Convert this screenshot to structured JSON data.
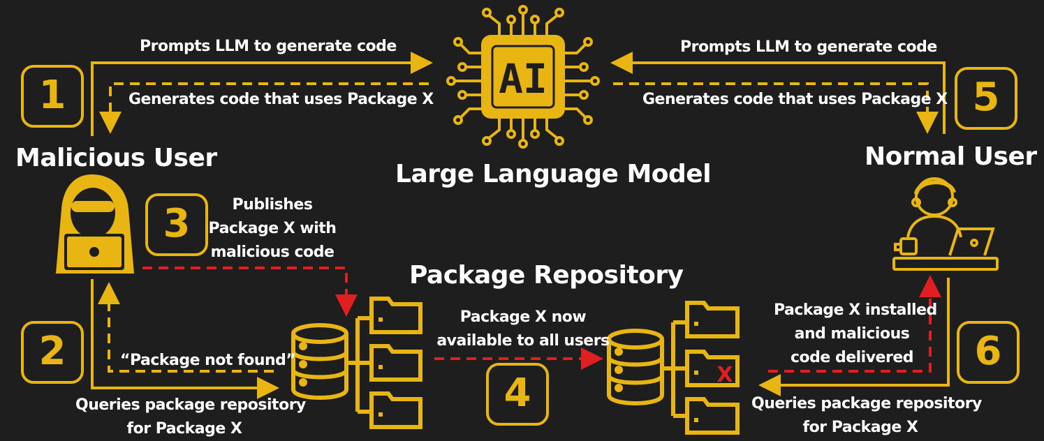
{
  "colors": {
    "background": "#1e1e1e",
    "accent": "#e8b513",
    "warning": "#e02020",
    "text": "#ffffff"
  },
  "llm": {
    "chip_text": "AI",
    "title": "Large Language Model"
  },
  "malicious_user": {
    "title": "Malicious User",
    "prompt_label": "Prompts LLM to generate code",
    "response_label": "Generates code that uses Package X",
    "not_found_label": "“Package not found”",
    "query_label": [
      "Queries package repository",
      "for Package X"
    ],
    "publish_label": [
      "Publishes",
      "Package X with",
      "malicious code"
    ]
  },
  "normal_user": {
    "title": "Normal User",
    "prompt_label": "Prompts LLM to generate code",
    "response_label": "Generates code that uses Package X",
    "query_label": [
      "Queries package repository",
      "for Package X"
    ],
    "installed_label": [
      "Package X installed",
      "and malicious",
      "code delivered"
    ]
  },
  "repository": {
    "title": "Package Repository",
    "available_label": [
      "Package X now",
      "available to all users"
    ],
    "infected_mark": "X"
  },
  "steps": [
    "1",
    "2",
    "3",
    "4",
    "5",
    "6"
  ],
  "icons": [
    "ai-chip-icon",
    "hacker-laptop-icon",
    "user-laptop-icon",
    "database-icon",
    "folder-icon"
  ]
}
